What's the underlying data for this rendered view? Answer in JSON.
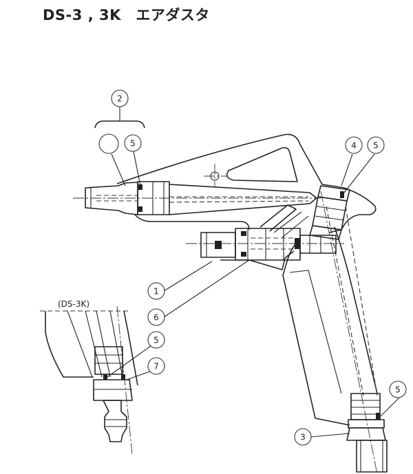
{
  "title": "DS-3 , 3K　エアダスタ",
  "variant_label": "(DS-3K)",
  "balloons": {
    "b1": "1",
    "b2": "2",
    "b2_blank": "",
    "b3": "3",
    "b4": "4",
    "b5_nozzle": "5",
    "b5_inlet": "5",
    "b5_bottom": "5",
    "b5_left": "5",
    "b6": "6",
    "b7": "7"
  }
}
